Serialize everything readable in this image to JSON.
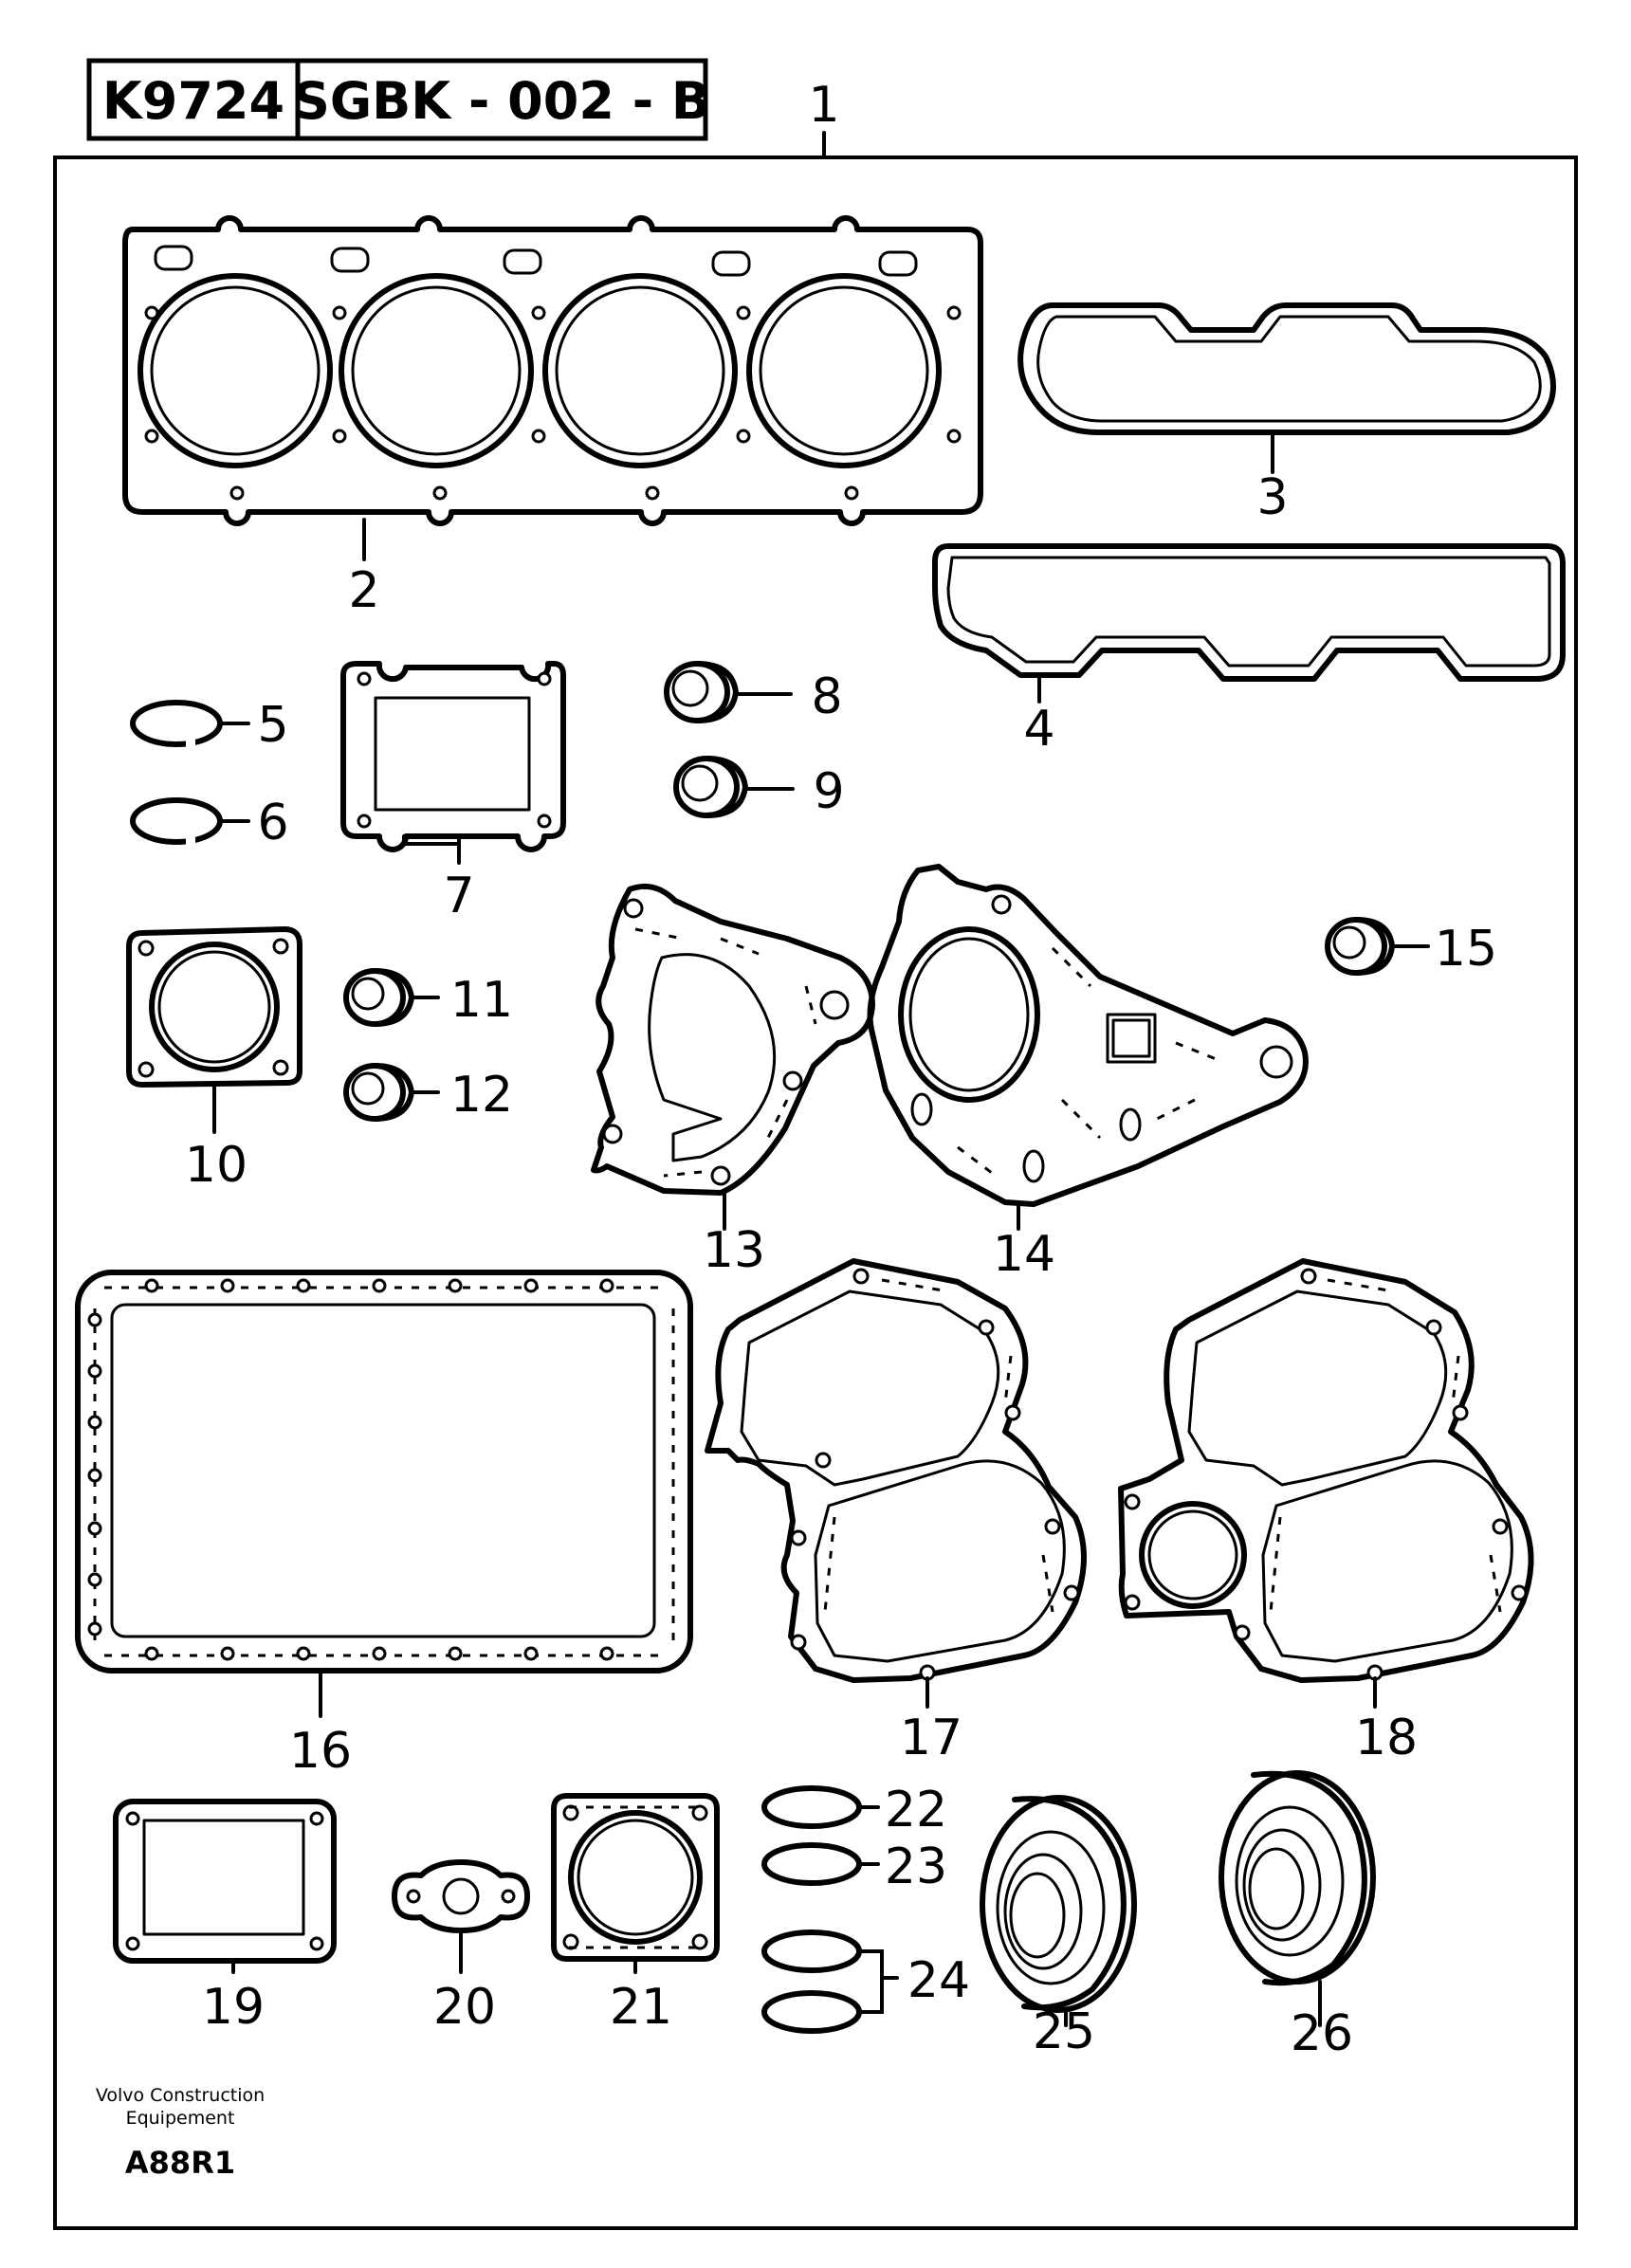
{
  "header": {
    "code": "K9724",
    "ref": "SGBK - 002 - B"
  },
  "labels": {
    "p1": "1",
    "p2": "2",
    "p3": "3",
    "p4": "4",
    "p5": "5",
    "p6": "6",
    "p7": "7",
    "p8": "8",
    "p9": "9",
    "p10": "10",
    "p11": "11",
    "p12": "12",
    "p13": "13",
    "p14": "14",
    "p15": "15",
    "p16": "16",
    "p17": "17",
    "p18": "18",
    "p19": "19",
    "p20": "20",
    "p21": "21",
    "p22": "22",
    "p23": "23",
    "p24": "24",
    "p25": "25",
    "p26": "26"
  },
  "footer": {
    "company_line1": "Volvo Construction",
    "company_line2": "Equipement",
    "drawing_ref": "A88R1"
  }
}
